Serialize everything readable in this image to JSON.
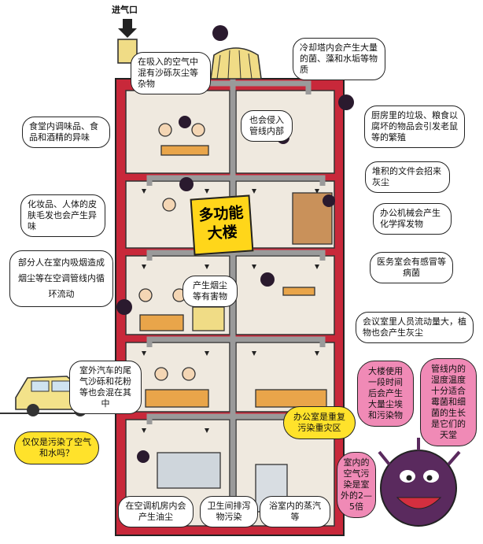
{
  "inlet": {
    "label": "进气口"
  },
  "building": {
    "sign": "多功能大楼"
  },
  "callouts": {
    "intake_air": "在吸入的空气中混有沙砾灰尘等杂物",
    "cooling_tower": "冷却塔内会产生大量的菌、藻和水垢等物质",
    "kitchen": "厨房里的垃圾、粮食以腐坏的物品会引发老鼠等的繁殖",
    "duct_enter": "也会侵入管线内部",
    "restaurant": "食堂内调味品、食品和酒精的异味",
    "documents": "堆积的文件会招来灰尘",
    "cosmetics": "化妆品、人体的皮肤毛发也会产生异味",
    "office_machines": "办公机械会产生化学挥发物",
    "smoking": "部分人在室内吸烟造成烟尘等在空调管线内循环流动",
    "smoke_harmful": "产生烟尘等有害物",
    "clinic": "医务室会有感冒等病菌",
    "meeting": "会议室里人员流动量大，植物也会产生灰尘",
    "car_exhaust": "室外汽车的尾气沙砾和花粉等也会混在其中",
    "office_zone": "办公室是重复污染重灾区",
    "building_dust": "大楼使用一段时间后会产生大量尘埃和污染物",
    "duct_humidity": "管线内的湿度温度十分适合霉菌和细菌的生长是它们的天堂",
    "question": "仅仅是污染了空气和水吗？",
    "indoor_ratio": "室内的空气污染是室外的2—5倍",
    "ac_room": "在空调机房内会产生油尘",
    "toilet": "卫生间排泻物污染",
    "bathroom": "浴室内的蒸汽等"
  },
  "colors": {
    "wall": "#c8283a",
    "duct": "#9a9a9a",
    "sign": "#ffd61a",
    "pink": "#f08ab6",
    "yellow": "#ffe22b",
    "germ": "#2a1a2e"
  }
}
